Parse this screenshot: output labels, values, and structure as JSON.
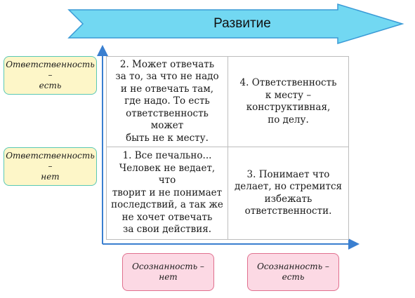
{
  "arrow": {
    "label": "Развитие",
    "fill": "#72d8f2",
    "stroke": "#3a9ad6"
  },
  "quadrants": {
    "q2": "2. Может отвечать\nза то, за что не надо\nи не отвечать там,\nгде надо. То есть\nответственность может\nбыть не к месту.",
    "q4": "4. Ответственность\nк месту –\nконструктивная,\nпо делу.",
    "q1": "1. Все печально...\nЧеловек не ведает, что\nтворит и не понимает\nпоследствий, а так же\nне хочет отвечать\nза свои действия.",
    "q3": "3. Понимает что\nделает, но стремится\nизбежать\nответственности."
  },
  "y_axis_labels": {
    "top": "Ответственность –\nесть",
    "bottom": "Ответственность –\nнет"
  },
  "x_axis_labels": {
    "left": "Осознанность –\nнет",
    "right": "Осознанность –\nесть"
  },
  "colors": {
    "axis": "#3a7fd0",
    "grid_border": "#bdbdbd",
    "y_label_fill": "#fdf6c8",
    "y_label_border": "#5ac8b4",
    "x_label_fill": "#fcd9e4",
    "x_label_border": "#e0708e"
  }
}
